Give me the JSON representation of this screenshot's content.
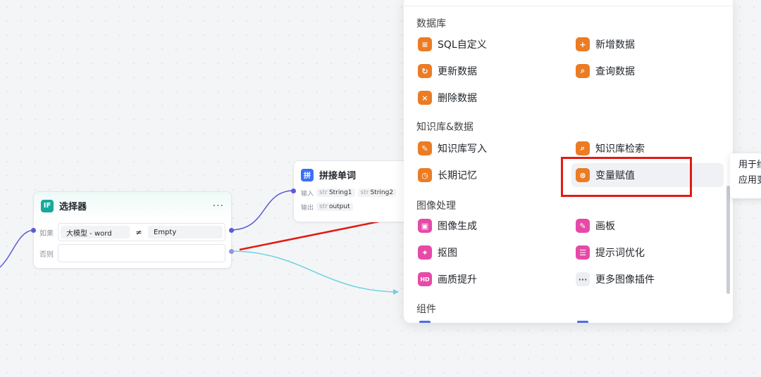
{
  "selector_node": {
    "title": "选择器",
    "icon_text": "IF",
    "menu": "···",
    "if_label": "如果",
    "else_label": "否则",
    "condition": {
      "left": "大模型  -  word",
      "operator": "≠",
      "right": "Empty"
    }
  },
  "concat_node": {
    "title": "拼接单词",
    "icon_text": "拼",
    "input_label": "输入",
    "output_label": "输出",
    "inputs": [
      {
        "type": "str",
        "name": "String1"
      },
      {
        "type": "str",
        "name": "String2"
      }
    ],
    "output": {
      "type": "str",
      "name": "output"
    }
  },
  "panel": {
    "sections": [
      {
        "title": "数据库"
      },
      {
        "title": "知识库&数据"
      },
      {
        "title": "图像处理"
      },
      {
        "title": "组件"
      }
    ],
    "database_items": [
      "SQL自定义",
      "新增数据",
      "更新数据",
      "查询数据",
      "删除数据"
    ],
    "knowledge_items": [
      "知识库写入",
      "知识库检索",
      "长期记忆",
      "变量赋值"
    ],
    "image_items": [
      "图像生成",
      "画板",
      "抠图",
      "提示词优化",
      "画质提升",
      "更多图像插件"
    ]
  },
  "tooltip": {
    "line1": "用于给",
    "line2": "应用变"
  },
  "colors": {
    "orange_icon": "#ec7c24",
    "pink_icon": "#e64aa6",
    "teal_icon": "#17a99b",
    "blue_icon": "#3b6ff5",
    "annotation_red": "#e31a12",
    "wire_blue": "#5b5bd6",
    "wire_cyan": "#6fd3de"
  }
}
